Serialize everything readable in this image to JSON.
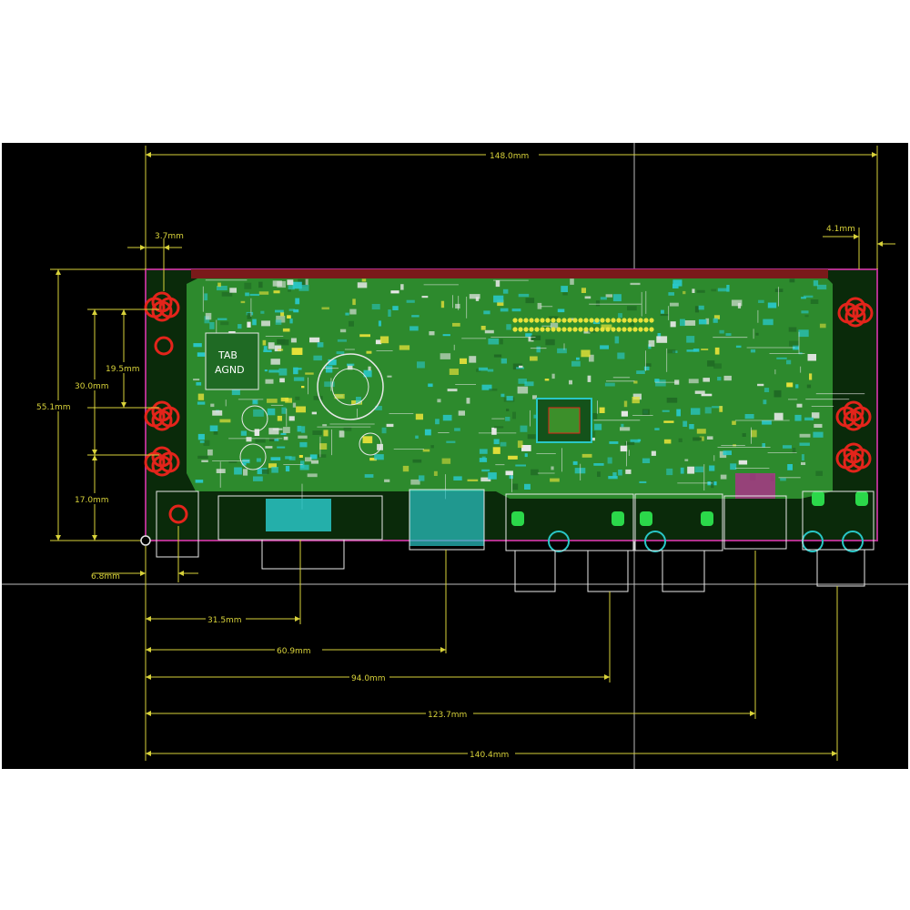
{
  "colors": {
    "background": "#000000",
    "page": "#ffffff",
    "dimension": "#d8d23a",
    "board_outline": "#b0308c",
    "copper": "#2d8a2d",
    "copper_dark": "#1f6a24",
    "trace_cyan": "#29c7c7",
    "pad_red": "#e3241b",
    "pad_yellow": "#e8e23a",
    "silkscreen": "#e8e8e8",
    "crosshair": "#bdbdbd"
  },
  "dimensions": {
    "overall_width": "148.0mm",
    "left_margin": "3.7mm",
    "right_margin": "4.1mm",
    "overall_height": "55.1mm",
    "hole_spacing_a": "19.5mm",
    "hole_spacing_b": "30.0mm",
    "bottom_offset": "17.0mm",
    "jack_offset": "6.8mm",
    "conn_1": "31.5mm",
    "conn_2": "60.9mm",
    "conn_3": "94.0mm",
    "conn_4": "123.7mm",
    "conn_5": "140.4mm"
  },
  "board": {
    "chip_label_1": "TAB",
    "chip_label_2": "AGND"
  }
}
